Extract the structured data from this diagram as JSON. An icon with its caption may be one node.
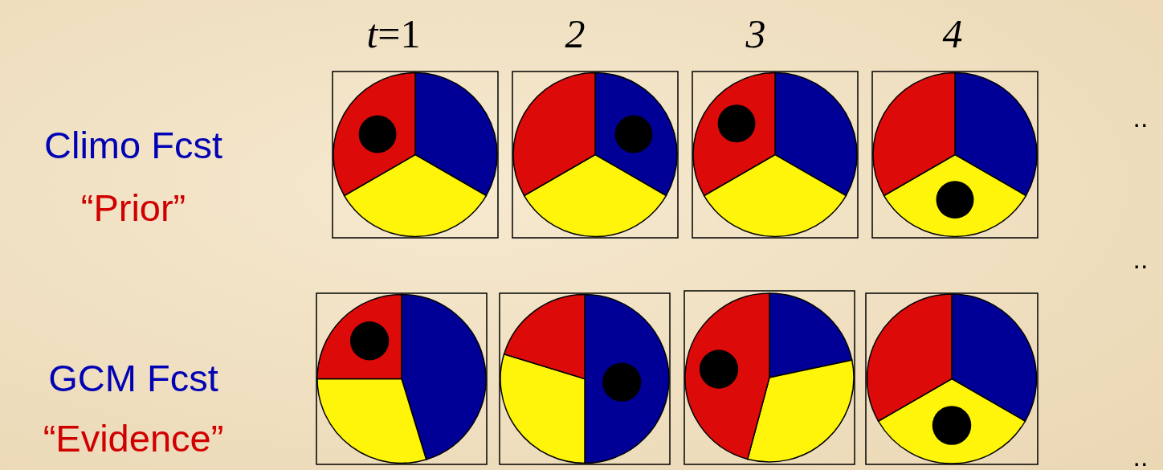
{
  "diagram": {
    "labels": [
      "*t*=1",
      "2",
      "3",
      "4",
      "Climo Fcst",
      "“Prior”",
      "..",
      "..",
      "GCM Fcst",
      "“Evidence”",
      ".."
    ]
  }
}
